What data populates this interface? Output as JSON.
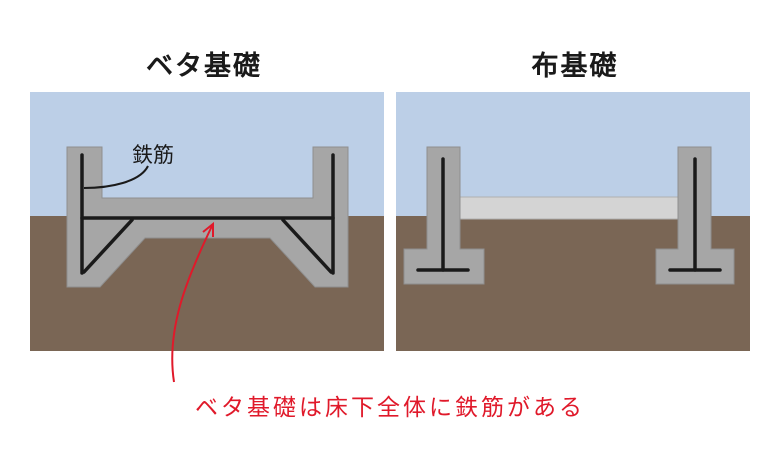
{
  "titles": {
    "left": "ベタ基礎",
    "right": "布基礎"
  },
  "labels": {
    "rebar": "鉄筋"
  },
  "caption": "ベタ基礎は床下全体に鉄筋がある",
  "colors": {
    "sky": "#bccfe7",
    "soil": "#7a6655",
    "concrete": "#a6a6a6",
    "concrete_edge": "#8f8f8f",
    "rebar": "#1a1a1a",
    "annotation": "#e0192a"
  }
}
